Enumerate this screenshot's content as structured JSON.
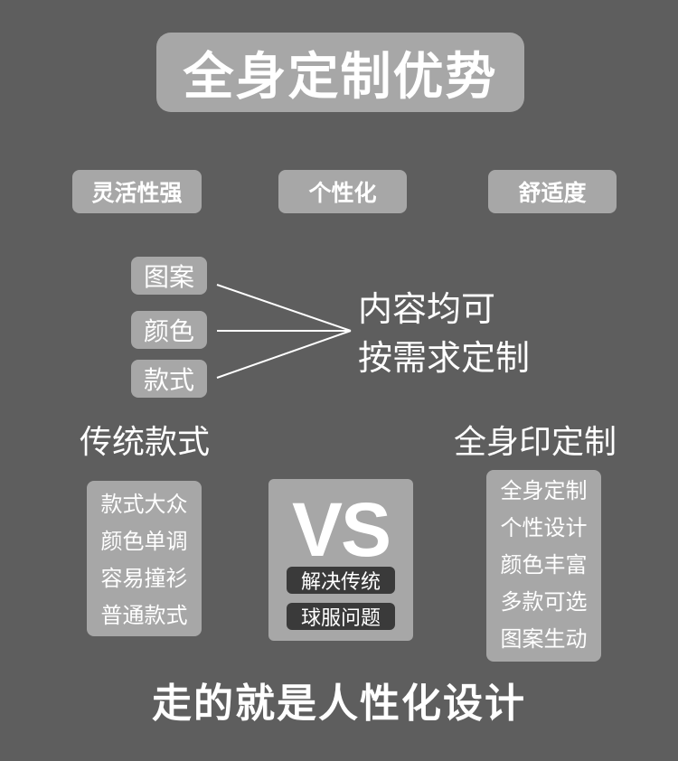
{
  "title": "全身定制优势",
  "advantages": [
    "灵活性强",
    "个性化",
    "舒适度"
  ],
  "options": [
    "图案",
    "颜色",
    "款式"
  ],
  "options_result": [
    "内容均可",
    "按需求定制"
  ],
  "traditional": {
    "title": "传统款式",
    "items": [
      "款式大众",
      "颜色单调",
      "容易撞衫",
      "普通款式"
    ]
  },
  "vs": {
    "label": "VS",
    "pills": [
      "解决传统",
      "球服问题"
    ]
  },
  "custom": {
    "title": "全身印定制",
    "items": [
      "全身定制",
      "个性设计",
      "颜色丰富",
      "多款可选",
      "图案生动"
    ]
  },
  "slogan": "走的就是人性化设计",
  "colors": {
    "background": "#5e5e5e",
    "box": "#a7a7a7",
    "dark_pill": "#3a3a3a",
    "text": "#ffffff"
  }
}
